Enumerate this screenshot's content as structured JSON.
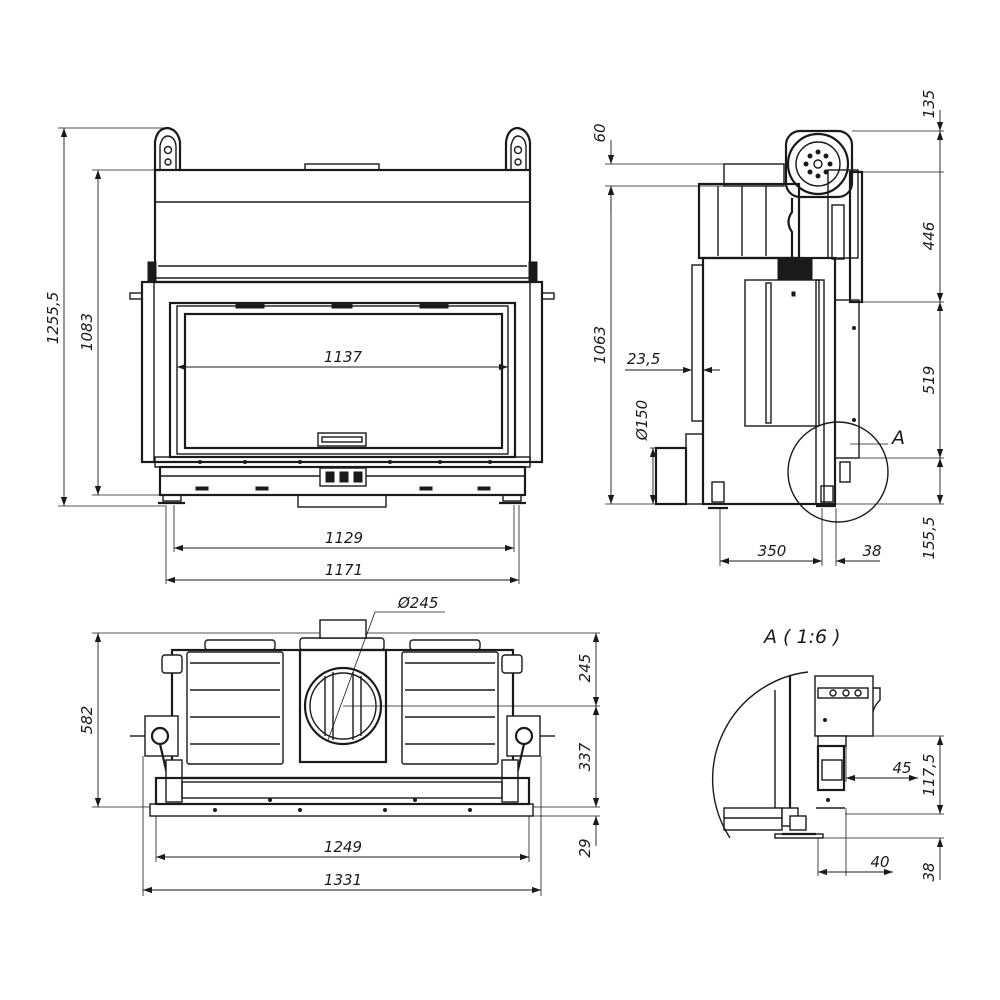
{
  "front_view": {
    "height_total": "1255,5",
    "height_body": "1083",
    "glass_width": "1137",
    "width_inner": "1129",
    "width_outer": "1171"
  },
  "side_view": {
    "top_offset": "60",
    "body_height": "1063",
    "pipe_offset": "23,5",
    "pipe_diameter": "Ø150",
    "top_right": "135",
    "right_upper": "446",
    "right_middle": "519",
    "right_lower": "155,5",
    "depth_main": "350",
    "depth_small": "38",
    "detail_marker": "A"
  },
  "top_view": {
    "flue_diameter": "Ø245",
    "depth_total": "582",
    "depth_rear": "245",
    "depth_front": "337",
    "depth_frame": "29",
    "width_inner": "1249",
    "width_outer": "1331"
  },
  "detail_view": {
    "title": "A ( 1:6 )",
    "offset_45": "45",
    "height_117": "117,5",
    "offset_40": "40",
    "height_38": "38"
  }
}
